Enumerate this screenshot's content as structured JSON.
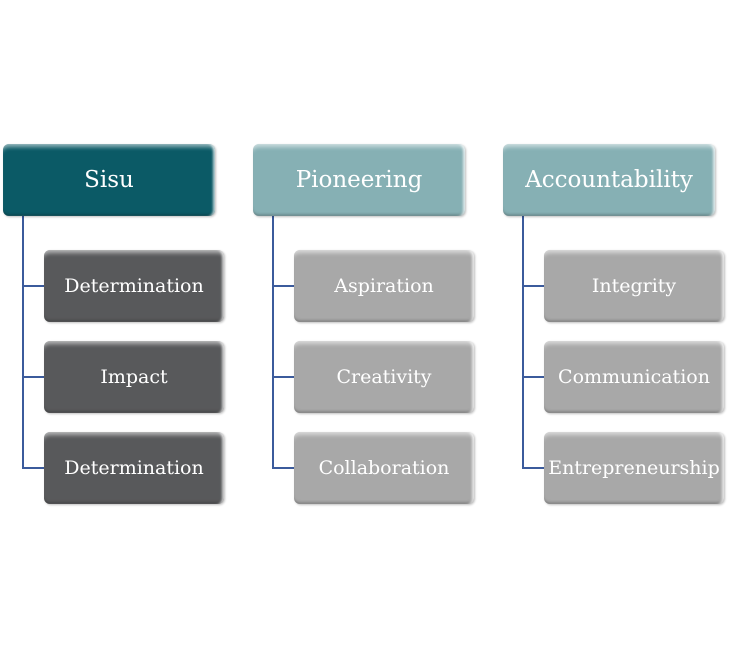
{
  "diagram": {
    "type": "hierarchy-list",
    "colors": {
      "header_active": "#0b5a66",
      "header_inactive": "#86b0b4",
      "child_active": "#58595b",
      "child_inactive": "#a8a8a8",
      "connector": "#3b5b9c",
      "text": "#ffffff"
    },
    "columns": [
      {
        "header": "Sisu",
        "state": "active",
        "children": [
          "Determination",
          "Impact",
          "Determination"
        ]
      },
      {
        "header": "Pioneering",
        "state": "inactive",
        "children": [
          "Aspiration",
          "Creativity",
          "Collaboration"
        ]
      },
      {
        "header": "Accountability",
        "state": "inactive",
        "children": [
          "Integrity",
          "Communication",
          "Entrepreneurship"
        ]
      }
    ]
  }
}
